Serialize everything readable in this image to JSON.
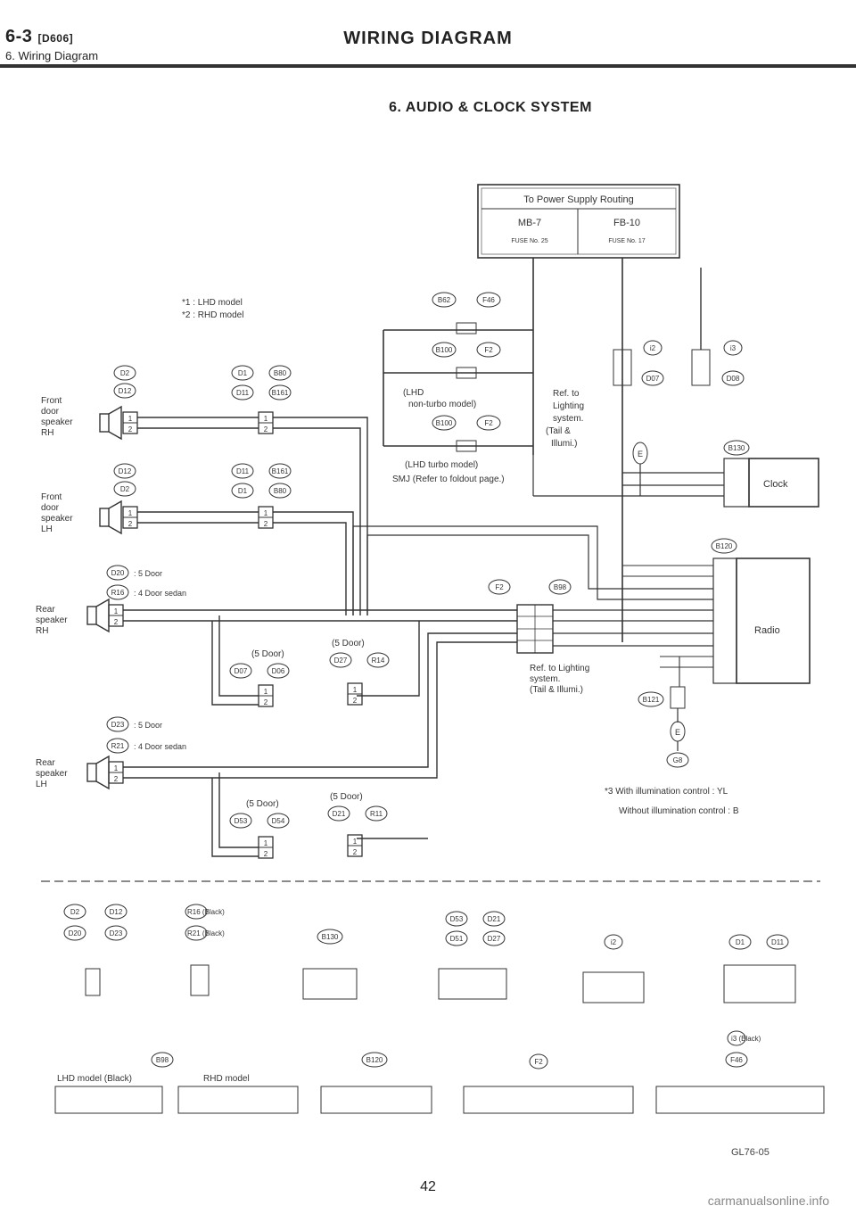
{
  "header": {
    "code": "6-3",
    "code_sub": "[D606]",
    "section": "6. Wiring Diagram",
    "title": "WIRING DIAGRAM"
  },
  "system_title": "6. AUDIO & CLOCK SYSTEM",
  "notes": {
    "model_1": "*1 : LHD model",
    "model_2": "*2 : RHD model",
    "illum_1": "*3 With illumination control : YL",
    "illum_2": "Without illumination control : B"
  },
  "power_box": {
    "title": "To Power Supply Routing",
    "left_label": "MB-7",
    "left_fuse": "FUSE No. 25",
    "right_label": "FB-10",
    "right_fuse": "FUSE No. 17"
  },
  "components": {
    "fr_rh": [
      "Front",
      "door",
      "speaker",
      "RH"
    ],
    "fr_lh": [
      "Front",
      "door",
      "speaker",
      "LH"
    ],
    "rr_rh": [
      "Rear",
      "speaker",
      "RH"
    ],
    "rr_lh": [
      "Rear",
      "speaker",
      "LH"
    ],
    "clock": "Clock",
    "radio": "Radio"
  },
  "labels": {
    "lhd_nonturbo": [
      "(LHD",
      "non-turbo model)"
    ],
    "lhd_turbo": [
      "(LHD turbo model)",
      "SMJ (Refer to foldout page.)"
    ],
    "ref_lighting_1": [
      "Ref. to",
      "Lighting",
      "system.",
      "(Tail &",
      "Illumi.)"
    ],
    "ref_lighting_2": [
      "Ref. to Lighting",
      "system.",
      "(Tail & Illumi.)"
    ],
    "five_door": "(5 Door)",
    "door5_a": ": 5 Door",
    "door4_a": ": 4 Door sedan",
    "door5_b": ": 5 Door",
    "door4_b": ": 4 Door sedan"
  },
  "connector_tags": {
    "top_left": [
      "D2",
      "D12"
    ],
    "top_right": [
      "D1",
      "B80",
      "D11",
      "B161"
    ],
    "mid_left": [
      "D12",
      "D2"
    ],
    "mid_right": [
      "D11",
      "B161",
      "D1",
      "B80"
    ],
    "rr_rh": [
      "D20",
      "R16"
    ],
    "rr_rh_5a": [
      "D07",
      "D06"
    ],
    "rr_rh_5b": [
      "D27",
      "R14"
    ],
    "rr_lh": [
      "D23",
      "R21"
    ],
    "rr_lh_5a": [
      "D53",
      "D54"
    ],
    "rr_lh_5b": [
      "D21",
      "R11"
    ],
    "center": [
      "B62",
      "F46",
      "B100",
      "F2",
      "B100",
      "F2"
    ],
    "right_top": [
      "i2",
      "D07",
      "i3",
      "D08"
    ],
    "radio_tags": [
      "F2",
      "B98"
    ],
    "clock_tag": "B130",
    "radio_tag": "B120",
    "ground": [
      "E",
      "E",
      "G8"
    ],
    "b121": "B121"
  },
  "legend": {
    "group1": [
      "D2",
      "D12",
      "D20",
      "D23"
    ],
    "group2": [
      "R16 (Black)",
      "R21 (Black)"
    ],
    "group3": "B130",
    "group4": [
      "D53",
      "D21",
      "D51",
      "D27"
    ],
    "group5": "i2",
    "group6": [
      "D1",
      "D11"
    ],
    "row2_tags": [
      "B98",
      "B120",
      "F2",
      "i3 (Black)",
      "F46"
    ],
    "row2_labels": [
      "LHD model (Black)",
      "RHD model"
    ]
  },
  "figure_id": "GL76-05",
  "page_number": "42",
  "watermark": "carmanualsonline.info"
}
